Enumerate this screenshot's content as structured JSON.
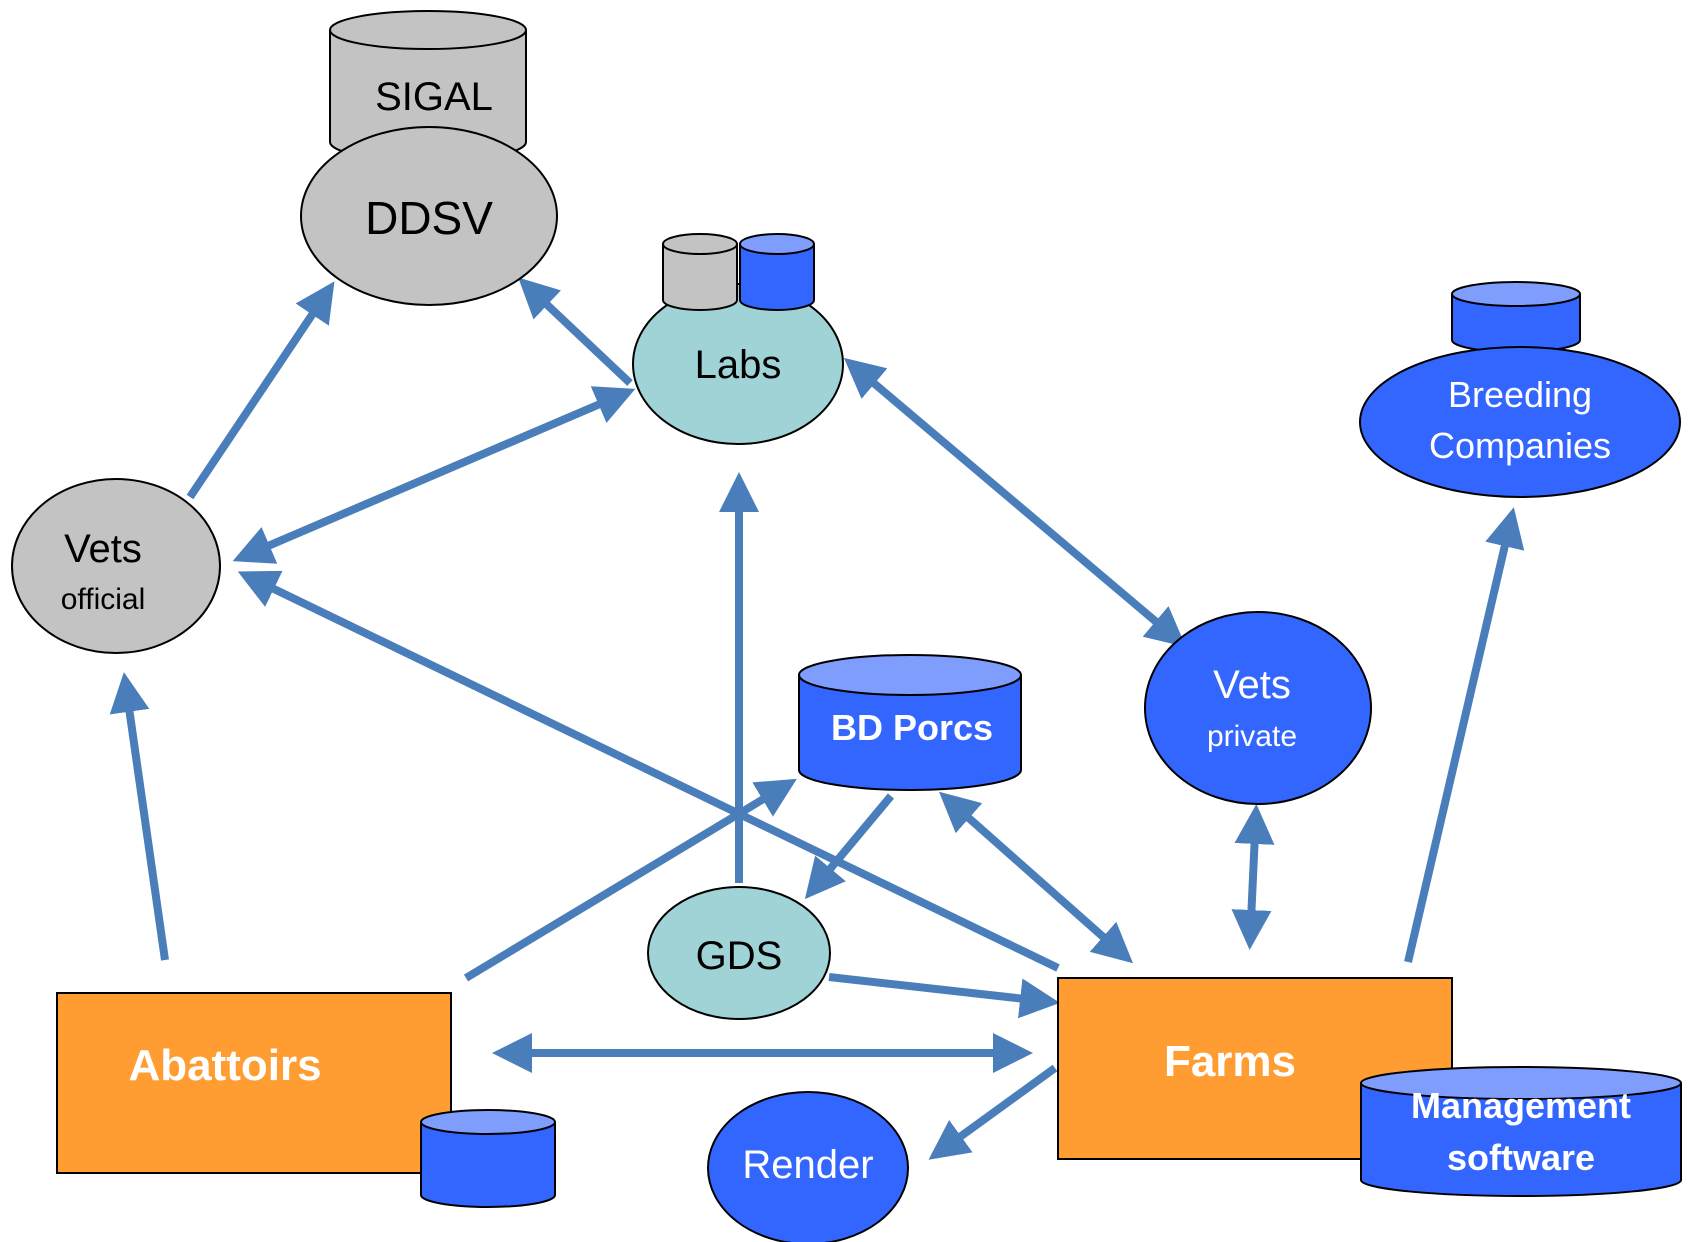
{
  "colors": {
    "arrow": "#4a7ebb",
    "gray_fill": "#c3c3c3",
    "teal_fill": "#a0d3d6",
    "blue_fill": "#3366ff",
    "blue_top": "#7f9dfc",
    "orange_fill": "#ff9d33"
  },
  "nodes": {
    "sigal": "SIGAL",
    "ddsv": "DDSV",
    "labs": "Labs",
    "breeding_line1": "Breeding",
    "breeding_line2": "Companies",
    "vets_official_main": "Vets",
    "vets_official_sub": "official",
    "bd_porcs": "BD Porcs",
    "vets_private_main": "Vets",
    "vets_private_sub": "private",
    "gds": "GDS",
    "abattoirs": "Abattoirs",
    "farms": "Farms",
    "management_line1": "Management",
    "management_line2": "software",
    "render": "Render"
  }
}
